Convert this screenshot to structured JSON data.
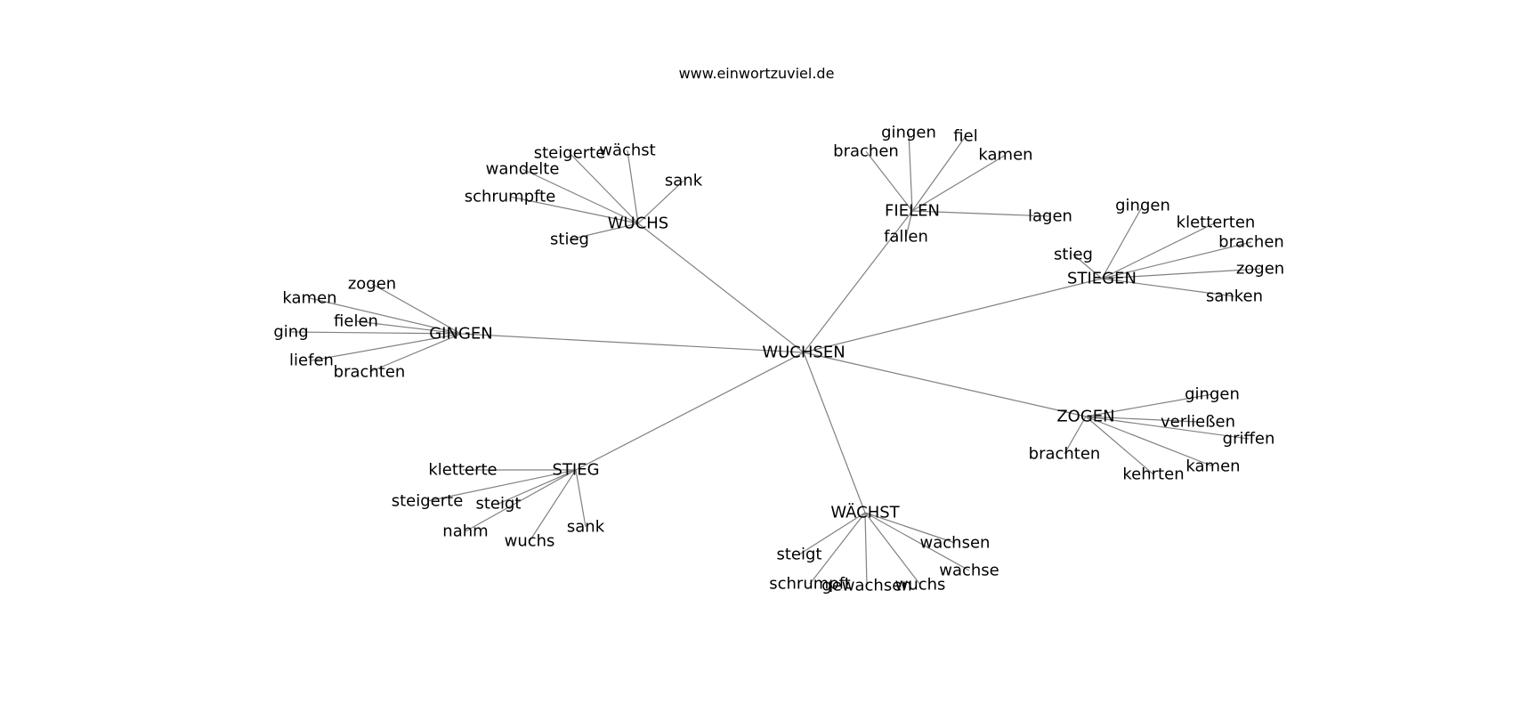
{
  "header": {
    "site": "www.einwortzuviel.de"
  },
  "colors": {
    "edge": "#808080",
    "text": "#000000",
    "background": "#ffffff"
  },
  "graph": {
    "root": "WUCHSEN",
    "groups": [
      {
        "hub": "WUCHS",
        "leaves": [
          "steigerte",
          "wächst",
          "wandelte",
          "sank",
          "schrumpfte",
          "stieg"
        ]
      },
      {
        "hub": "FIELEN",
        "leaves": [
          "gingen",
          "fiel",
          "brachen",
          "kamen",
          "lagen",
          "fallen"
        ]
      },
      {
        "hub": "STIEGEN",
        "leaves": [
          "gingen",
          "kletterten",
          "brachen",
          "stieg",
          "zogen",
          "sanken"
        ]
      },
      {
        "hub": "GINGEN",
        "leaves": [
          "zogen",
          "kamen",
          "fielen",
          "ging",
          "liefen",
          "brachten"
        ]
      },
      {
        "hub": "ZOGEN",
        "leaves": [
          "gingen",
          "verließen",
          "griffen",
          "brachten",
          "kehrten",
          "kamen"
        ]
      },
      {
        "hub": "STIEG",
        "leaves": [
          "kletterte",
          "steigerte",
          "steigt",
          "nahm",
          "sank",
          "wuchs"
        ]
      },
      {
        "hub": "WÄCHST",
        "leaves": [
          "wachsen",
          "steigt",
          "wachse",
          "schrumpft",
          "gewachsen",
          "wuchs"
        ]
      }
    ]
  }
}
